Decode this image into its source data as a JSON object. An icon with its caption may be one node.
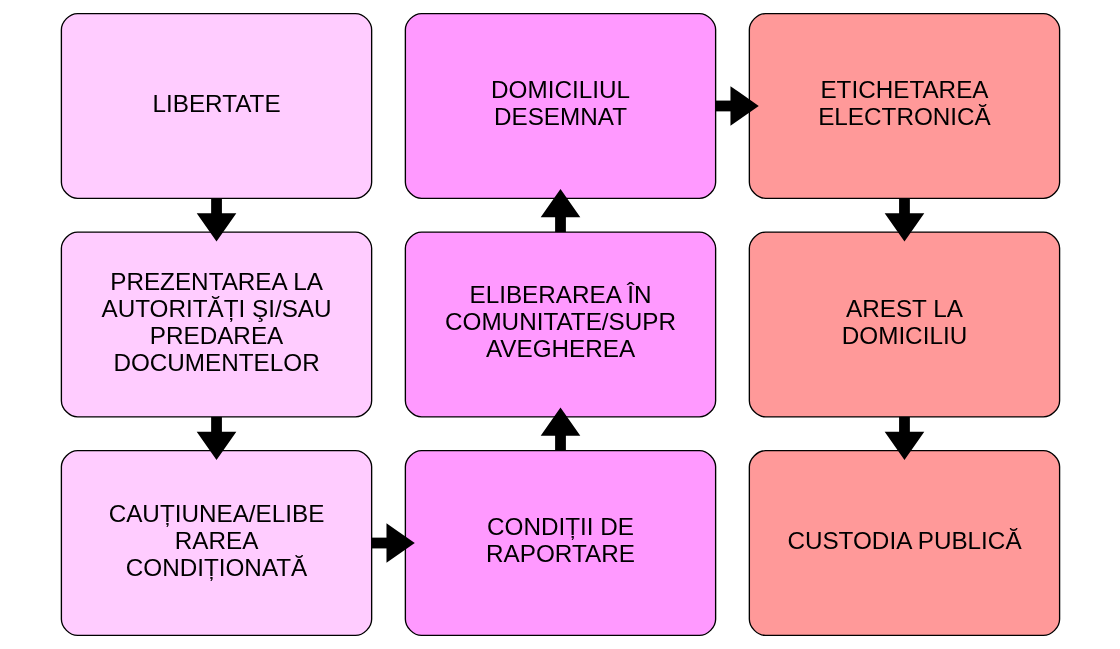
{
  "diagram": {
    "nodes": [
      {
        "text": [
          "LIBERTATE"
        ]
      },
      {
        "text": [
          "PREZENTAREA LA AUTORITĂȚI ŞI/SAU PREDAREA DOCUMENTELOR"
        ]
      },
      {
        "text": [
          "CAUȚIUNEA/ELIBE RAREA CONDIȚIONATĂ"
        ]
      },
      {
        "text": [
          "DOMICILIUL DESEMNAT"
        ]
      },
      {
        "text": [
          "ELIBERAREA ÎN COMUNITATE/SUPR AVEGHEREA"
        ]
      },
      {
        "text": [
          "CONDIȚII DE RAPORTARE"
        ]
      },
      {
        "text": [
          "ETICHETAREA ELECTRONICĂ"
        ]
      },
      {
        "text": [
          "AREST LA DOMICILIU"
        ]
      },
      {
        "text": [
          "CUSTODIA PUBLICĂ"
        ]
      }
    ],
    "edges": [
      {
        "from": 0,
        "to": 1,
        "arrow": "to"
      },
      {
        "from": 1,
        "to": 2,
        "arrow": "to"
      },
      {
        "from": 2,
        "to": 5,
        "arrow": "to"
      },
      {
        "from": 5,
        "to": 4,
        "arrow": "to"
      },
      {
        "from": 4,
        "to": 3,
        "arrow": "to"
      },
      {
        "from": 3,
        "to": 6,
        "arrow": "to"
      },
      {
        "from": 6,
        "to": 7,
        "arrow": "to"
      },
      {
        "from": 7,
        "to": 8,
        "arrow": "to"
      }
    ]
  }
}
